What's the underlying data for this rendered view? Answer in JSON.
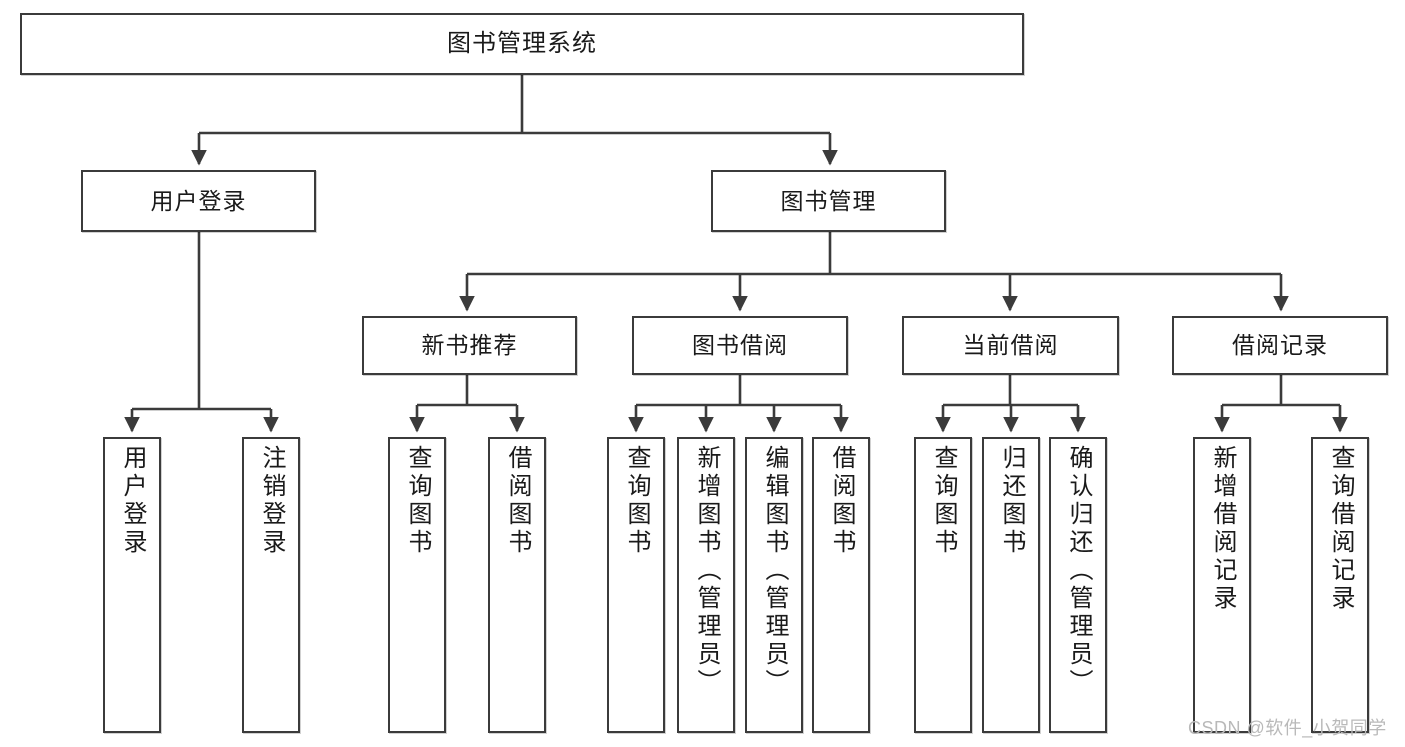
{
  "diagram": {
    "title": "图书管理系统",
    "watermark": "CSDN @软件_小贺同学",
    "colors": {
      "box_border": "#3b3b3b",
      "box_fill": "#ffffff",
      "line": "#3b3b3b",
      "text": "#1a1a1a",
      "watermark": "#b9b9b9"
    },
    "nodes": {
      "root": {
        "label": "图书管理系统"
      },
      "level2": [
        {
          "id": "user-login",
          "label": "用户登录"
        },
        {
          "id": "book-manage",
          "label": "图书管理"
        }
      ],
      "level3": [
        {
          "id": "new-book-recommend",
          "label": "新书推荐"
        },
        {
          "id": "book-borrow",
          "label": "图书借阅"
        },
        {
          "id": "current-borrow",
          "label": "当前借阅"
        },
        {
          "id": "borrow-record",
          "label": "借阅记录"
        }
      ],
      "leaves": {
        "user-login": [
          {
            "id": "leaf-user-login",
            "label": "用户登录"
          },
          {
            "id": "leaf-logout",
            "label": "注销登录"
          }
        ],
        "new-book-recommend": [
          {
            "id": "leaf-query-book-1",
            "label": "查询图书"
          },
          {
            "id": "leaf-borrow-book-1",
            "label": "借阅图书"
          }
        ],
        "book-borrow": [
          {
            "id": "leaf-query-book-2",
            "label": "查询图书"
          },
          {
            "id": "leaf-add-book",
            "label": "新增图书（管理员）"
          },
          {
            "id": "leaf-edit-book",
            "label": "编辑图书（管理员）"
          },
          {
            "id": "leaf-borrow-book-2",
            "label": "借阅图书"
          }
        ],
        "current-borrow": [
          {
            "id": "leaf-query-book-3",
            "label": "查询图书"
          },
          {
            "id": "leaf-return-book",
            "label": "归还图书"
          },
          {
            "id": "leaf-confirm-return",
            "label": "确认归还（管理员）"
          }
        ],
        "borrow-record": [
          {
            "id": "leaf-add-record",
            "label": "新增借阅记录"
          },
          {
            "id": "leaf-query-record",
            "label": "查询借阅记录"
          }
        ]
      }
    }
  }
}
